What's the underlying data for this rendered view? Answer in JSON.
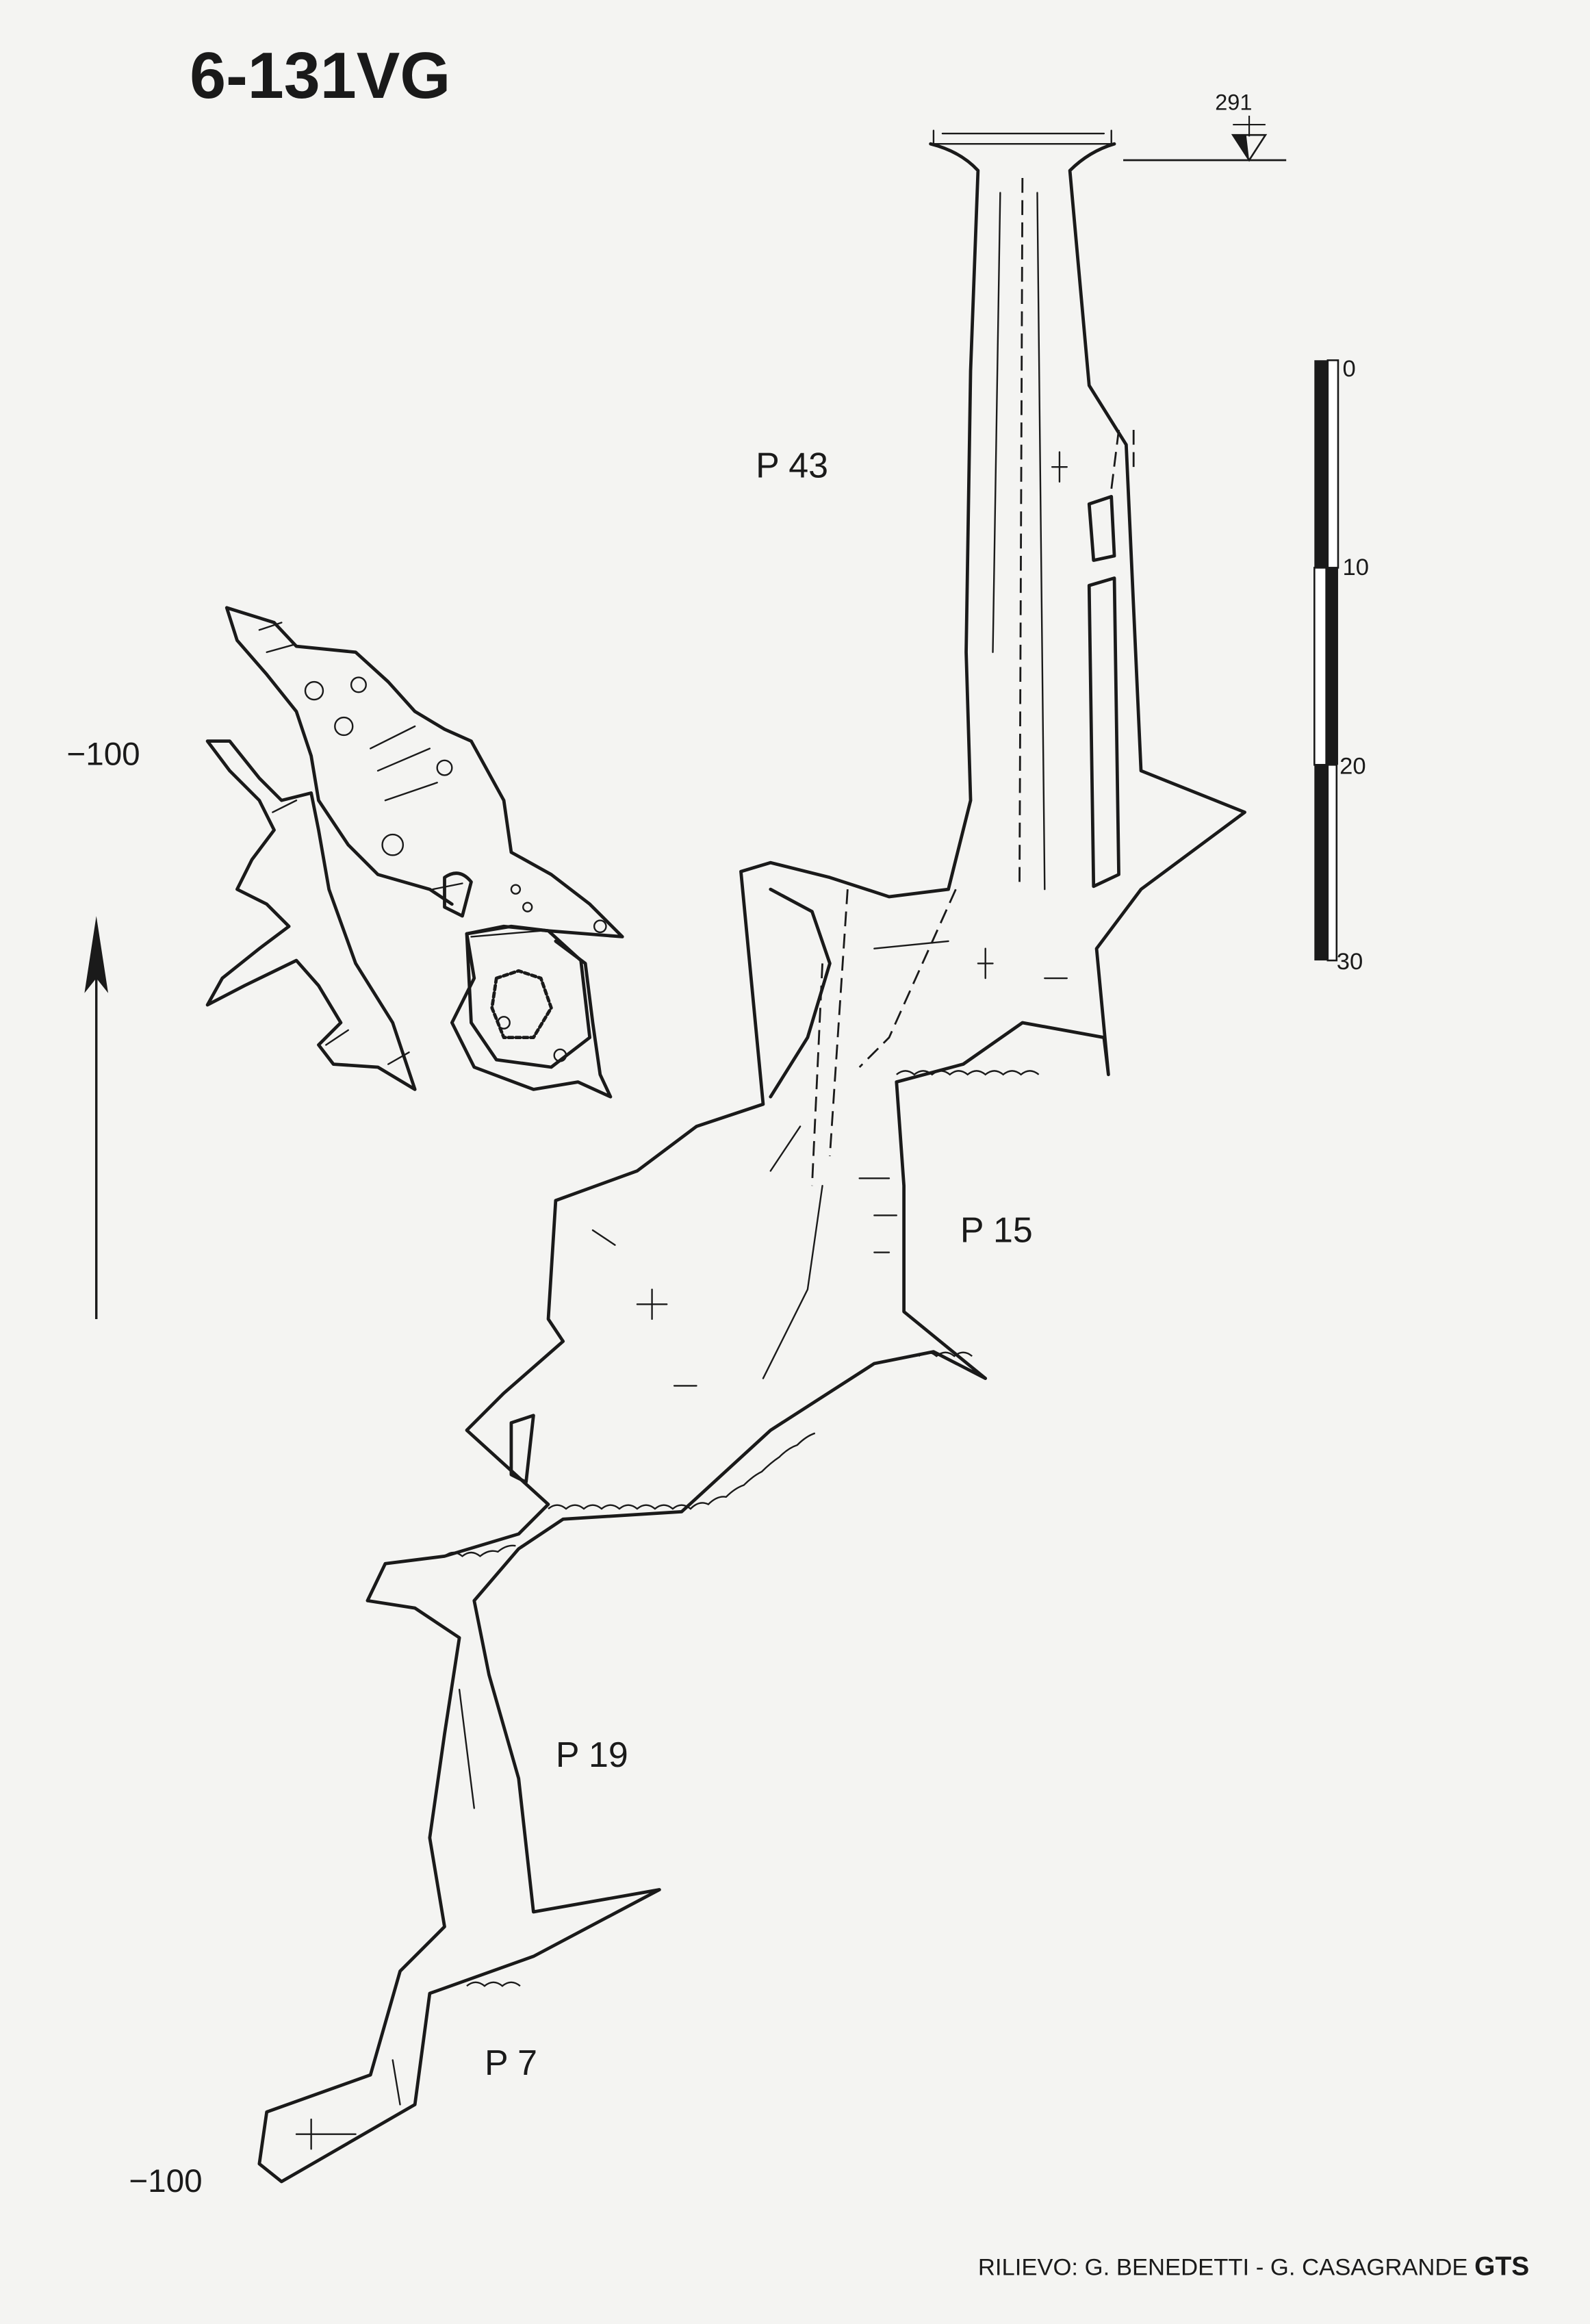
{
  "title": "6-131VG",
  "entrance_elevation": "291",
  "labels": {
    "pit_1": "P 43",
    "pit_2": "P 15",
    "pit_3": "P 19",
    "pit_4": "P 7",
    "depth_plan": "−100",
    "depth_section": "−100"
  },
  "scale_bar": {
    "unit_values": [
      "0",
      "10",
      "20",
      "30"
    ]
  },
  "credits": {
    "survey": "RILIEVO: G. BENEDETTI - G. CASAGRANDE",
    "group": "GTS"
  },
  "north_arrow": "north-arrow"
}
